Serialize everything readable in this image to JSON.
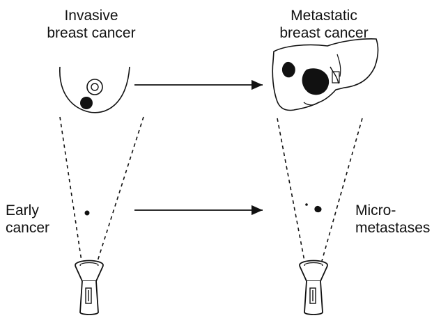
{
  "labels": {
    "invasive_line1": "Invasive",
    "invasive_line2": "breast cancer",
    "metastatic_line1": "Metastatic",
    "metastatic_line2": "breast cancer",
    "early_line1": "Early",
    "early_line2": "cancer",
    "micro_line1": "Micro-",
    "micro_line2": "metastases"
  },
  "icons": {
    "breast": "breast-outline-icon",
    "liver": "liver-outline-icon",
    "flashlight": "flashlight-icon"
  },
  "colors": {
    "ink": "#111111",
    "background": "#ffffff"
  }
}
